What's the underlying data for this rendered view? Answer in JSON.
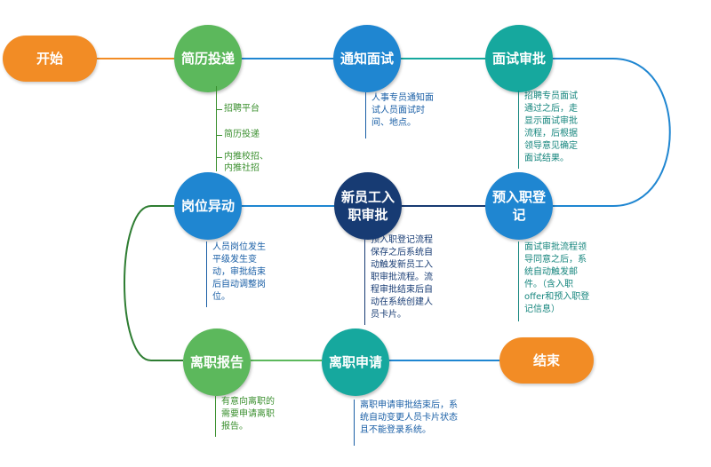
{
  "nodes": {
    "start": "开始",
    "resume": "简历投递",
    "notify": "通知面试",
    "approve": "面试审批",
    "pre_entry": "预入职登\n记",
    "entry_approval": "新员工入\n职审批",
    "transfer": "岗位异动",
    "resign_report": "离职报告",
    "resign_apply": "离职申请",
    "end": "结束"
  },
  "resume_channels": [
    "招聘平台",
    "简历投递",
    "内推校招、\n内推社招"
  ],
  "notes": {
    "notify": "人事专员通知面\n试人员面试时\n间、地点。",
    "approve": "招聘专员面试\n通过之后，走\n显示面试审批\n流程，后根据\n领导意见确定\n面试结果。",
    "pre_entry": "面试审批流程领\n导同意之后，系\n统自动触发邮\n件。（含入职\noffer和预入职登\n记信息）",
    "entry_approval": "预入职登记流程\n保存之后系统自\n动触发新员工入\n职审批流程。流\n程审批结束后自\n动在系统创建人\n员卡片。",
    "transfer": "人员岗位发生\n平级发生变\n动，审批结束\n后自动调整岗\n位。",
    "resign_report": "有意向离职的\n需要申请离职\n报告。",
    "resign_apply": "离职申请审批结束后，系\n统自动变更人员卡片状态\n且不能登录系统。"
  },
  "colors": {
    "orange": "#f28c25",
    "green": "#5cb85c",
    "blue": "#1f86d1",
    "teal": "#16a89e",
    "navy": "#173b73"
  }
}
